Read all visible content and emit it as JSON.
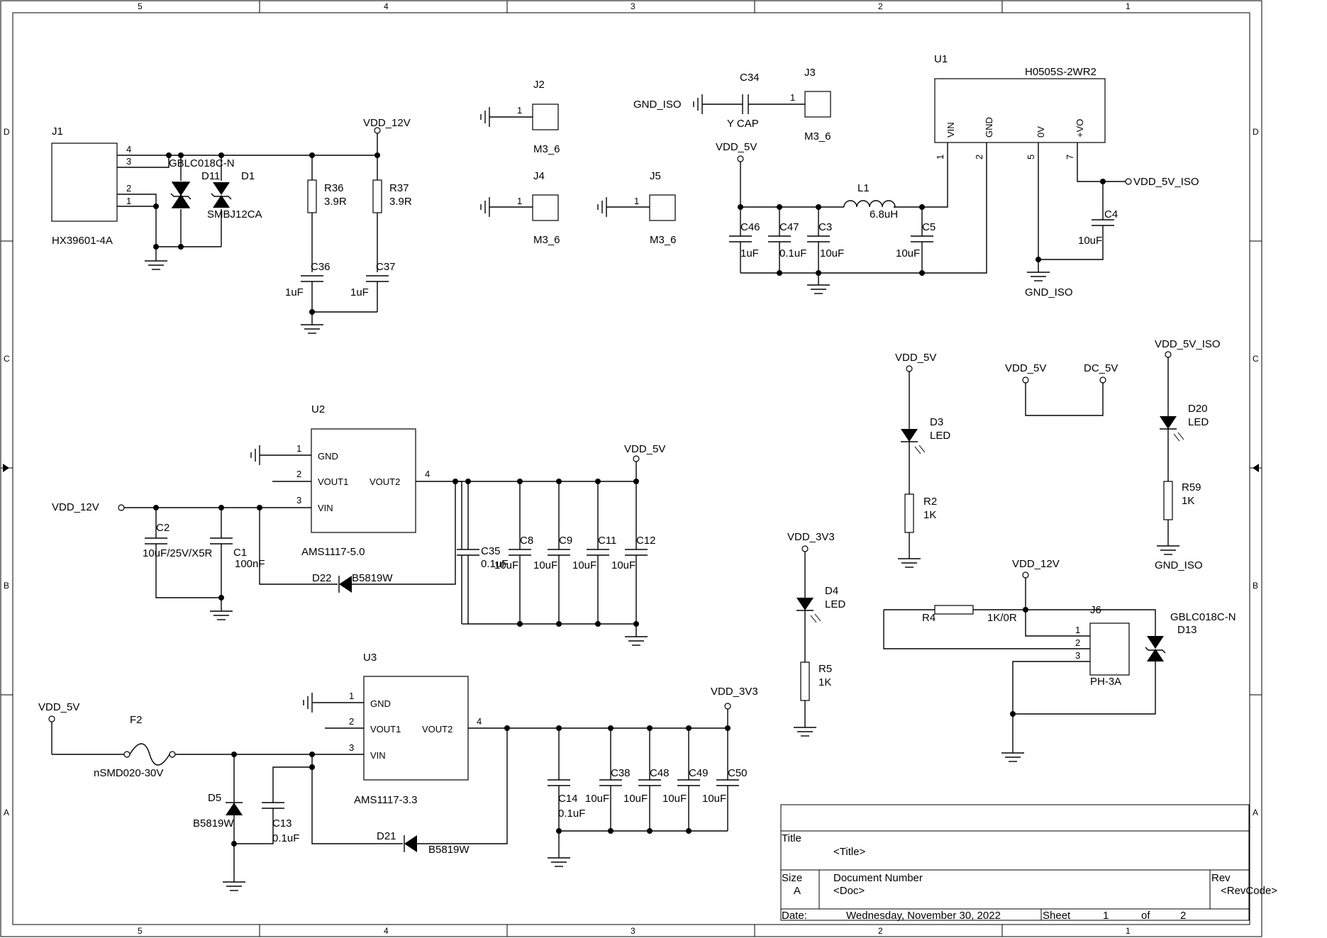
{
  "border": {
    "columns": [
      "5",
      "4",
      "3",
      "2",
      "1"
    ],
    "rows": [
      "D",
      "C",
      "B",
      "A"
    ]
  },
  "title_block": {
    "title_label": "Title",
    "title_value": "<Title>",
    "size_label": "Size",
    "size_value": "A",
    "docnum_label": "Document Number",
    "docnum_value": "<Doc>",
    "rev_label": "Rev",
    "rev_value": "<RevCode>",
    "date_label": "Date:",
    "date_value": "Wednesday, November 30, 2022",
    "sheet_label": "Sheet",
    "sheet_num": "1",
    "of_label": "of",
    "sheet_total": "2"
  },
  "nets": {
    "vdd_12v": "VDD_12V",
    "vdd_5v": "VDD_5V",
    "vdd_3v3": "VDD_3V3",
    "vdd_5v_iso": "VDD_5V_ISO",
    "gnd_iso": "GND_ISO",
    "dc_5v": "DC_5V"
  },
  "components": {
    "J1": {
      "ref": "J1",
      "value": "HX39601-4A",
      "pins": [
        "4",
        "3",
        "2",
        "1"
      ]
    },
    "D11": {
      "ref": "D11",
      "value": "GBLC018C-N"
    },
    "D1": {
      "ref": "D1",
      "value": "SMBJ12CA"
    },
    "R36": {
      "ref": "R36",
      "value": "3.9R"
    },
    "R37": {
      "ref": "R37",
      "value": "3.9R"
    },
    "C36": {
      "ref": "C36",
      "value": "1uF"
    },
    "C37": {
      "ref": "C37",
      "value": "1uF"
    },
    "J2": {
      "ref": "J2",
      "value": "M3_6",
      "pin": "1"
    },
    "J4": {
      "ref": "J4",
      "value": "M3_6",
      "pin": "1"
    },
    "J5": {
      "ref": "J5",
      "value": "M3_6",
      "pin": "1"
    },
    "J3": {
      "ref": "J3",
      "value": "M3_6",
      "pin": "1"
    },
    "C34": {
      "ref": "C34",
      "value": "Y CAP"
    },
    "U1": {
      "ref": "U1",
      "value": "H0505S-2WR2",
      "pin_names": [
        "VIN",
        "GND",
        "0V",
        "+VO"
      ],
      "pin_nums": [
        "1",
        "2",
        "5",
        "7"
      ]
    },
    "L1": {
      "ref": "L1",
      "value": "6.8uH"
    },
    "C46": {
      "ref": "C46",
      "value": "1uF"
    },
    "C47": {
      "ref": "C47",
      "value": "0.1uF"
    },
    "C3": {
      "ref": "C3",
      "value": "10uF"
    },
    "C5": {
      "ref": "C5",
      "value": "10uF"
    },
    "C4": {
      "ref": "C4",
      "value": "10uF"
    },
    "U2": {
      "ref": "U2",
      "value": "AMS1117-5.0",
      "pin_names": [
        "GND",
        "VOUT1",
        "VOUT2",
        "VIN"
      ],
      "pin_nums": [
        "1",
        "2",
        "4",
        "3"
      ]
    },
    "C2": {
      "ref": "C2",
      "value": "10uF/25V/X5R"
    },
    "C1": {
      "ref": "C1",
      "value": "100nF"
    },
    "D22": {
      "ref": "D22",
      "value": "B5819W"
    },
    "C35": {
      "ref": "C35",
      "value": "0.1uF"
    },
    "C8": {
      "ref": "C8",
      "value": "10uF"
    },
    "C9": {
      "ref": "C9",
      "value": "10uF"
    },
    "C11": {
      "ref": "C11",
      "value": "10uF"
    },
    "C12": {
      "ref": "C12",
      "value": "10uF"
    },
    "U3": {
      "ref": "U3",
      "value": "AMS1117-3.3",
      "pin_names": [
        "GND",
        "VOUT1",
        "VOUT2",
        "VIN"
      ],
      "pin_nums": [
        "1",
        "2",
        "4",
        "3"
      ]
    },
    "F2": {
      "ref": "F2",
      "value": "nSMD020-30V"
    },
    "D5": {
      "ref": "D5",
      "value": "B5819W"
    },
    "C13": {
      "ref": "C13",
      "value": "0.1uF"
    },
    "D21": {
      "ref": "D21",
      "value": "B5819W"
    },
    "C14": {
      "ref": "C14",
      "value": "0.1uF"
    },
    "C38": {
      "ref": "C38",
      "value": "10uF"
    },
    "C48": {
      "ref": "C48",
      "value": "10uF"
    },
    "C49": {
      "ref": "C49",
      "value": "10uF"
    },
    "C50": {
      "ref": "C50",
      "value": "10uF"
    },
    "D3": {
      "ref": "D3",
      "value": "LED"
    },
    "R2": {
      "ref": "R2",
      "value": "1K"
    },
    "D20": {
      "ref": "D20",
      "value": "LED"
    },
    "R59": {
      "ref": "R59",
      "value": "1K"
    },
    "D4": {
      "ref": "D4",
      "value": "LED"
    },
    "R5": {
      "ref": "R5",
      "value": "1K"
    },
    "R4": {
      "ref": "R4",
      "value": "1K/0R"
    },
    "J6": {
      "ref": "J6",
      "value": "PH-3A",
      "pins": [
        "1",
        "2",
        "3"
      ]
    },
    "D13": {
      "ref": "D13",
      "value": "GBLC018C-N"
    }
  }
}
